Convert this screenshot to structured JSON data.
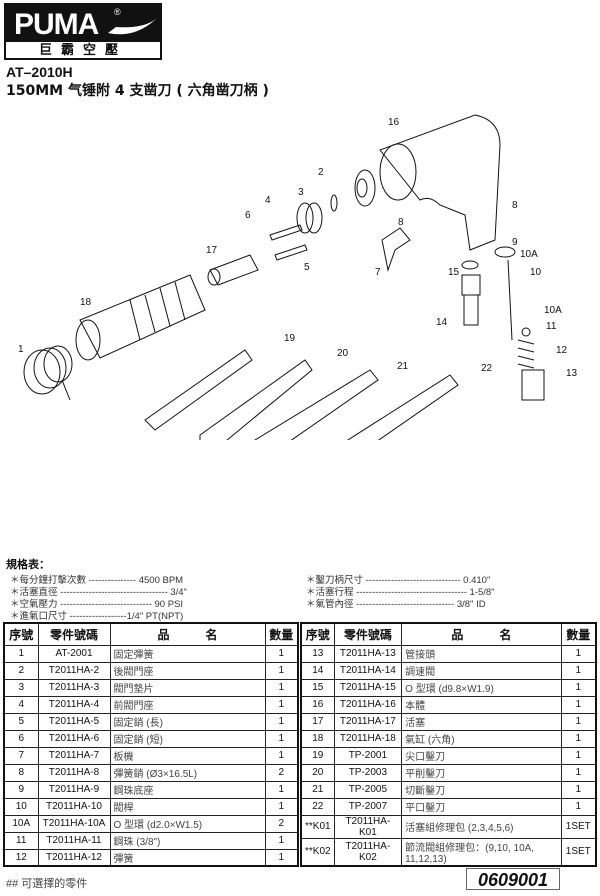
{
  "logo": {
    "brand": "PUMA",
    "registered": "®",
    "subtitle": "巨霸空壓"
  },
  "header": {
    "model": "AT–2010H",
    "title": "150MM 气锤附 4 支凿刀 ( 六角凿刀柄 )"
  },
  "diagram": {
    "labels": [
      "16",
      "2",
      "3",
      "4",
      "6",
      "8",
      "8",
      "17",
      "9",
      "10A",
      "5",
      "10",
      "7",
      "15",
      "18",
      "10A",
      "11",
      "14",
      "19",
      "1",
      "20",
      "12",
      "21",
      "22",
      "13"
    ]
  },
  "specs": {
    "heading": "規格表：",
    "items": [
      "＊每分鐘打擊次數 --------------- 4500 BPM",
      "＊活塞直徑 ---------------------------------- 3/4\"",
      "＊空氣壓力 ----------------------------- 90 PSI",
      "＊進氣口尺寸 ------------------1/4\" PT(NPT)",
      "＊鑿刀柄尺寸 ------------------------------ 0.410\"",
      "＊活塞行程 ----------------------------------- 1-5/8\"",
      "＊氣管內徑 ------------------------------- 3/8\" ID"
    ]
  },
  "table": {
    "headers": [
      "序號",
      "零件號碼",
      "品　　　名",
      "數量"
    ],
    "left": [
      [
        "1",
        "AT-2001",
        "固定彈簧",
        "1"
      ],
      [
        "2",
        "T2011HA-2",
        "後閥門座",
        "1"
      ],
      [
        "3",
        "T2011HA-3",
        "閥門墊片",
        "1"
      ],
      [
        "4",
        "T2011HA-4",
        "前閥門座",
        "1"
      ],
      [
        "5",
        "T2011HA-5",
        "固定銷 (長)",
        "1"
      ],
      [
        "6",
        "T2011HA-6",
        "固定銷 (短)",
        "1"
      ],
      [
        "7",
        "T2011HA-7",
        "板機",
        "1"
      ],
      [
        "8",
        "T2011HA-8",
        "彈簧銷 (Ø3×16.5L)",
        "2"
      ],
      [
        "9",
        "T2011HA-9",
        "鋼珠底座",
        "1"
      ],
      [
        "10",
        "T2011HA-10",
        "閥桿",
        "1"
      ],
      [
        "10A",
        "T2011HA-10A",
        "O 型環 (d2.0×W1.5)",
        "2"
      ],
      [
        "11",
        "T2011HA-11",
        "鋼珠 (3/8\")",
        "1"
      ],
      [
        "12",
        "T2011HA-12",
        "彈簧",
        "1"
      ]
    ],
    "right": [
      [
        "13",
        "T2011HA-13",
        "管接頭",
        "1"
      ],
      [
        "14",
        "T2011HA-14",
        "調速閥",
        "1"
      ],
      [
        "15",
        "T2011HA-15",
        "O 型環 (d9.8×W1.9)",
        "1"
      ],
      [
        "16",
        "T2011HA-16",
        "本體",
        "1"
      ],
      [
        "17",
        "T2011HA-17",
        "活塞",
        "1"
      ],
      [
        "18",
        "T2011HA-18",
        "氣缸 (六角)",
        "1"
      ],
      [
        "19",
        "TP-2001",
        "尖口鑿刀",
        "1"
      ],
      [
        "20",
        "TP-2003",
        "平削鑿刀",
        "1"
      ],
      [
        "21",
        "TP-2005",
        "切斷鑿刀",
        "1"
      ],
      [
        "22",
        "TP-2007",
        "平口鑿刀",
        "1"
      ],
      [
        "**K01",
        "T2011HA-K01",
        "活塞組修理包 (2,3,4,5,6)",
        "1SET"
      ],
      [
        "**K02",
        "T2011HA-K02",
        "節流閥組修理包：(9,10, 10A, 11,12,13)",
        "1SET"
      ]
    ]
  },
  "footer": {
    "note": "## 可選擇的零件",
    "code": "0609001"
  }
}
